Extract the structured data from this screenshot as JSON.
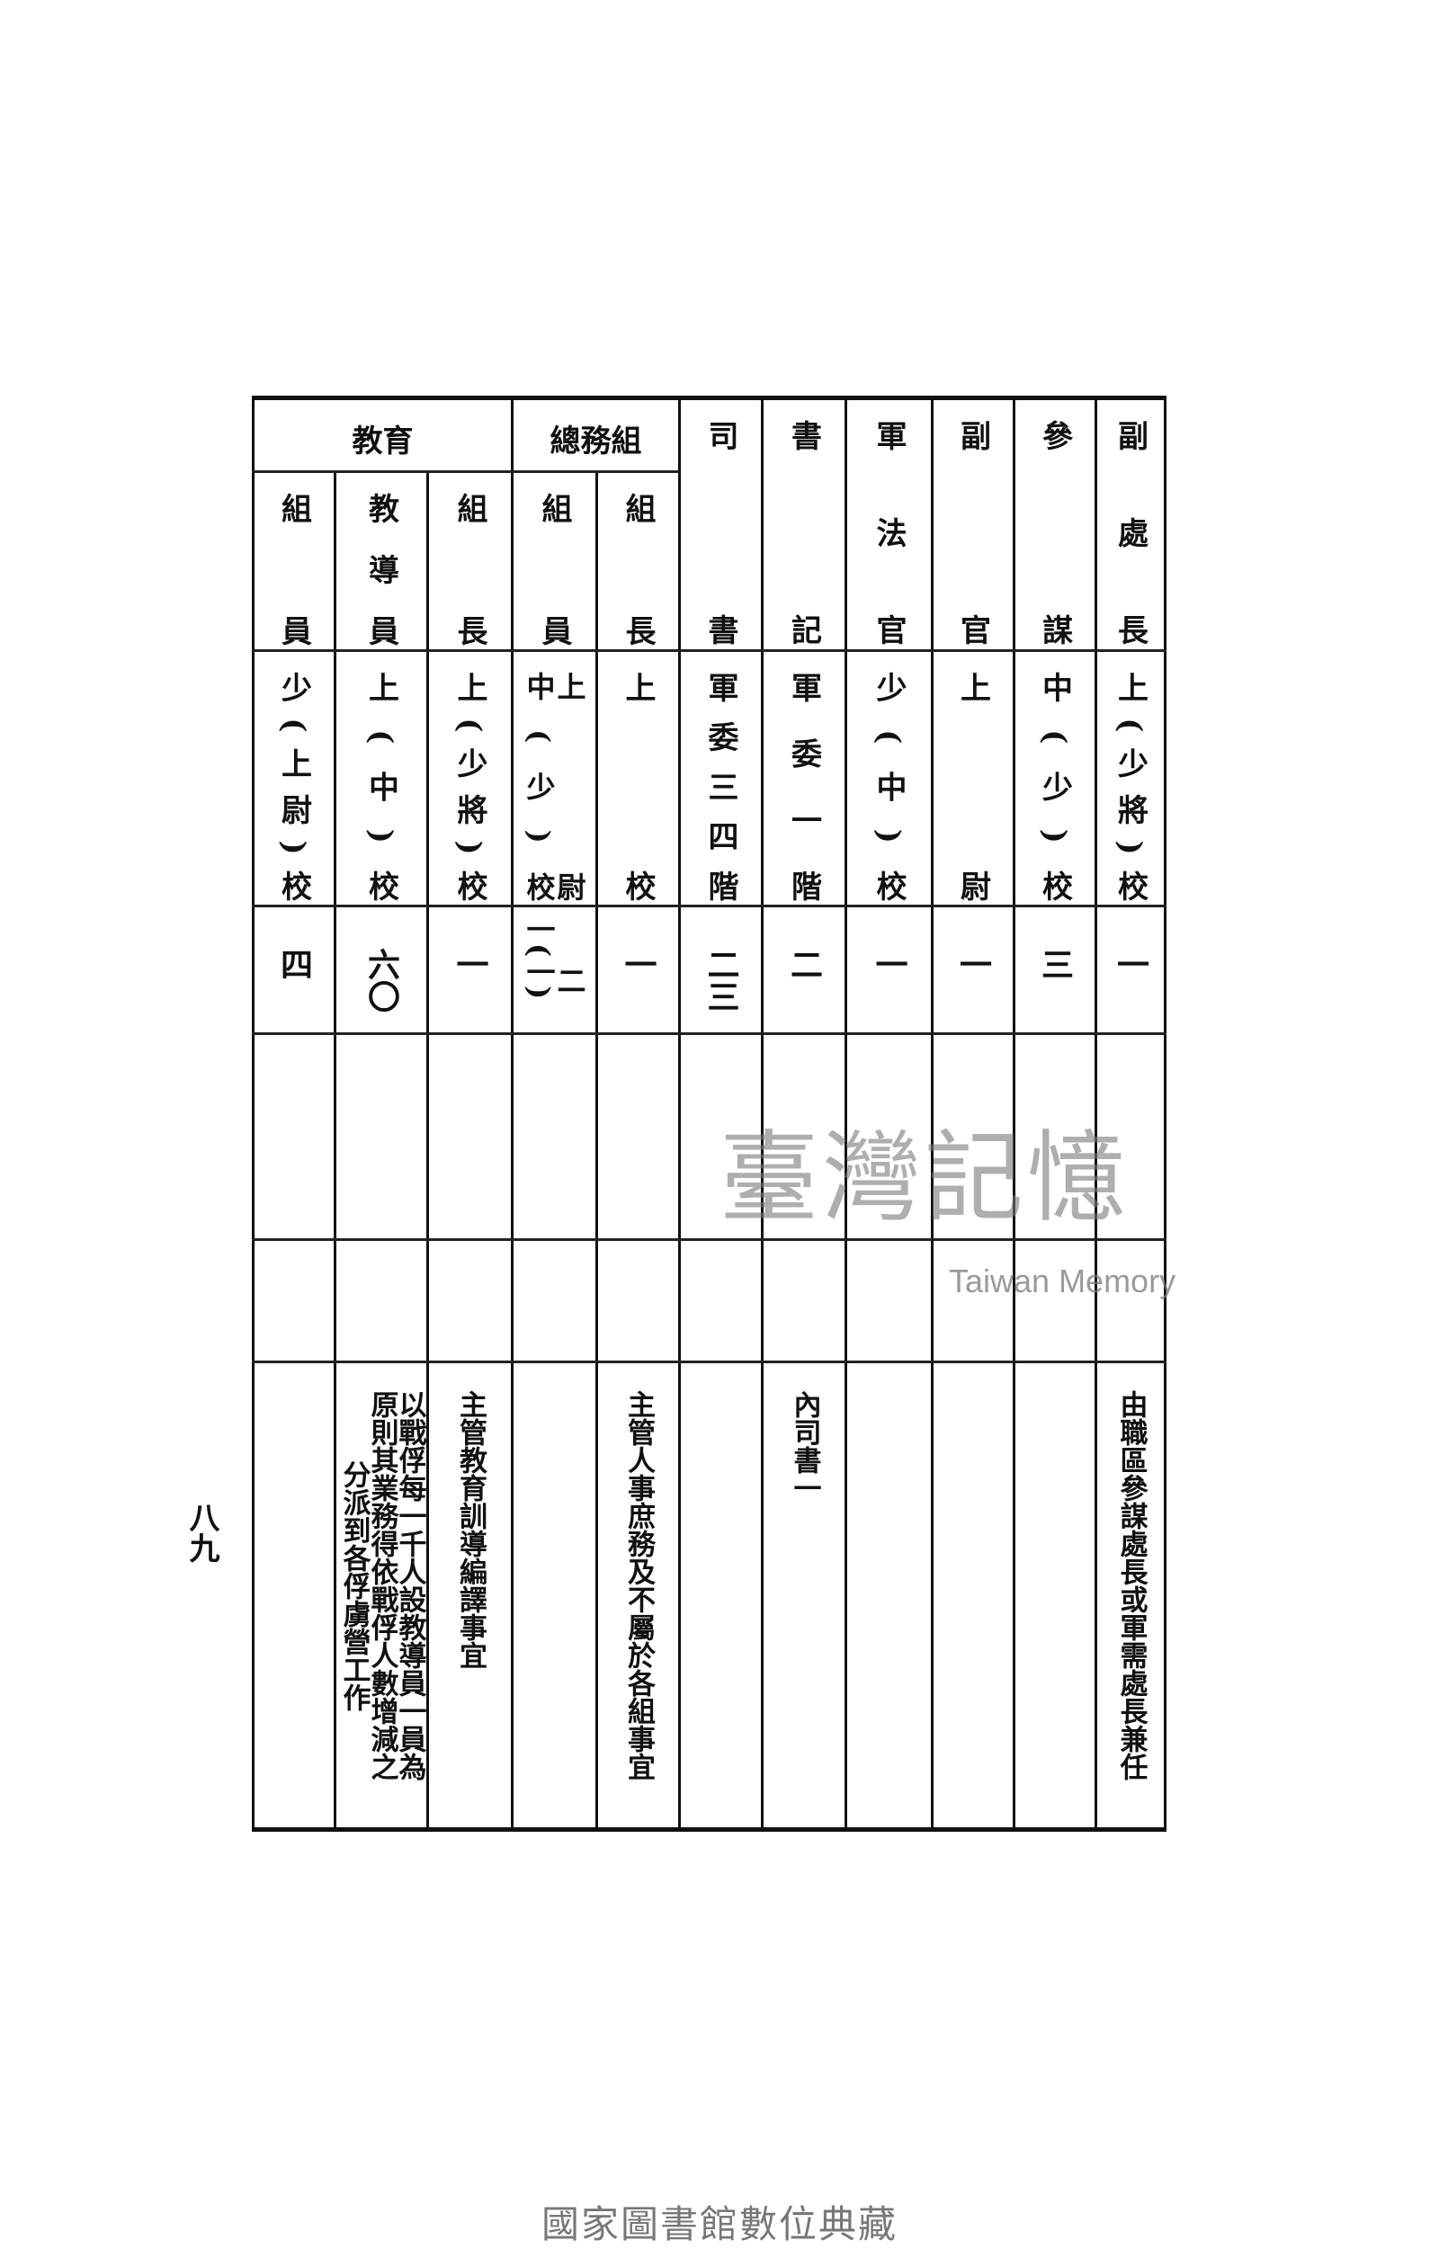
{
  "page_number": "八九",
  "watermark": {
    "cn": "臺灣記憶",
    "en": "Taiwan Memory"
  },
  "footer": "國家圖書館數位典藏",
  "groups": {
    "general_affairs": "總務組",
    "education": "教育"
  },
  "columns": [
    {
      "title": "副處長",
      "rank": "上(少將)校",
      "count": "一",
      "remark": [
        "由職區參謀處長或軍需處長兼任"
      ]
    },
    {
      "title": "參謀",
      "rank": "中(少)校",
      "count": "三",
      "remark": []
    },
    {
      "title": "副官",
      "rank": "上尉",
      "count": "一",
      "remark": []
    },
    {
      "title": "軍法官",
      "rank": "少(中)校",
      "count": "一",
      "remark": []
    },
    {
      "title": "書記",
      "rank": "軍委一階",
      "count": "二",
      "remark": [
        "內司書一"
      ]
    },
    {
      "title": "司書",
      "rank": "軍委三四階",
      "count": "二三",
      "remark": []
    },
    {
      "title": "組長",
      "rank": "上校",
      "count": "一",
      "remark": [
        "主管人事庶務及不屬於各組事宜"
      ]
    },
    {
      "title": "組員",
      "rank_lines": [
        "中(少)校",
        "上尉"
      ],
      "count_lines": [
        "一(一)",
        "二"
      ],
      "remark": []
    },
    {
      "title": "組長",
      "rank": "上(少將)校",
      "count": "一",
      "remark": [
        "主管教育訓導編譯事宜"
      ]
    },
    {
      "title": "教導員",
      "rank": "上(中)校",
      "count": "六〇",
      "remark": [
        "以戰俘每一千人設教導員一員為",
        "原則其業務得依戰俘人數增減之",
        "分派到各俘虜營工作"
      ]
    },
    {
      "title": "組員",
      "rank": "少(上尉)校",
      "count": "四",
      "remark": []
    }
  ]
}
